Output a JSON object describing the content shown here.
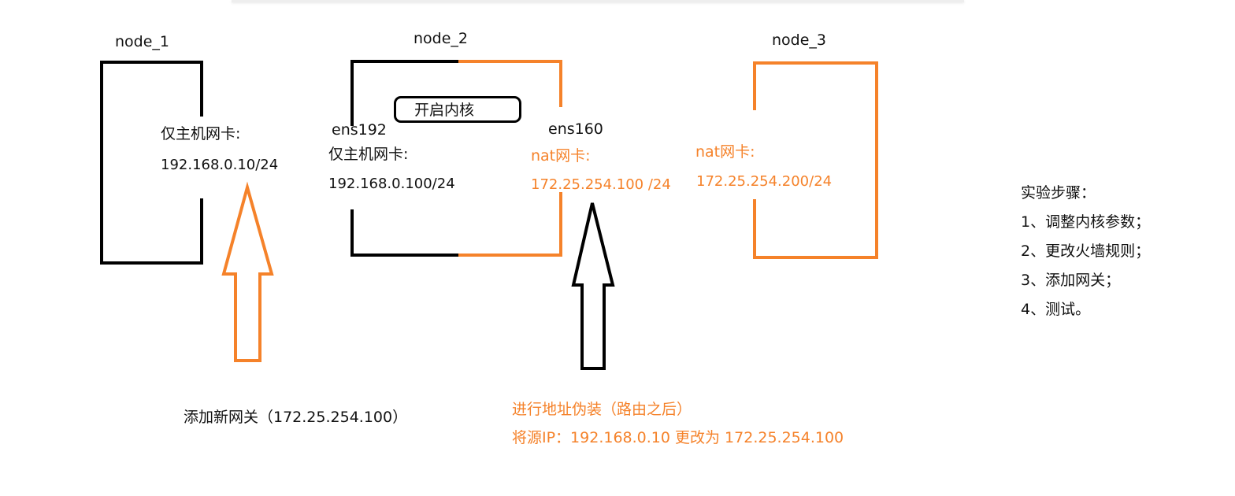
{
  "colors": {
    "black": "#000000",
    "orange": "#f5822a"
  },
  "nodes": {
    "node1": {
      "name": "node_1",
      "nic_label": "仅主机网卡:",
      "ip": "192.168.0.10/24"
    },
    "node2": {
      "name": "node_2",
      "kernel_label": "开启内核",
      "left_iface": "ens192",
      "left_nic_label": "仅主机网卡:",
      "left_ip": "192.168.0.100/24",
      "right_iface": "ens160",
      "right_nic_label": "nat网卡:",
      "right_ip": "172.25.254.100 /24"
    },
    "node3": {
      "name": "node_3",
      "nic_label": "nat网卡:",
      "ip": "172.25.254.200/24"
    }
  },
  "annotations": {
    "gateway": "添加新网关（172.25.254.100）",
    "masquerade_line1": "进行地址伪装（路由之后）",
    "masquerade_line2": "将源IP：192.168.0.10  更改为  172.25.254.100"
  },
  "steps": {
    "title": "实验步骤：",
    "items": [
      "1、调整内核参数；",
      "2、更改火墙规则；",
      "3、添加网关；",
      "4、测试。"
    ]
  }
}
